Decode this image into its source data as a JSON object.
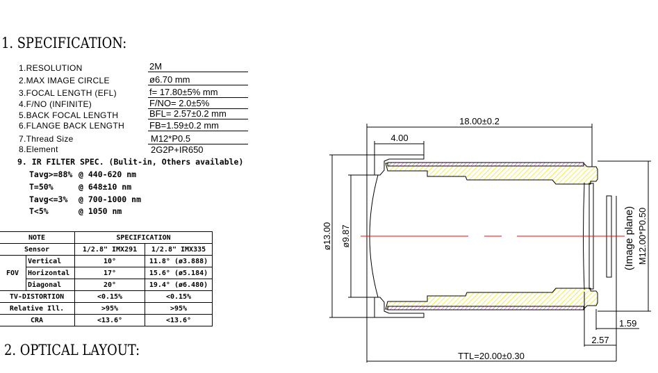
{
  "spec_title": "1. SPECIFICATION:",
  "specs": [
    {
      "label": "1.RESOLUTION",
      "value": "2M"
    },
    {
      "label": "2.MAX IMAGE CIRCLE",
      "value": "ø6.70  mm"
    },
    {
      "label": "3.FOCAL LENGTH (EFL)",
      "value": "f= 17.80±5% mm"
    },
    {
      "label": "4.F/NO (INFINITE)",
      "value": "F/NO= 2.0±5%"
    },
    {
      "label": "5.BACK FOCAL LENGTH",
      "value": "BFL= 2.57±0.2 mm"
    },
    {
      "label": "6.FLANGE BACK LENGTH",
      "value": "FB=1.59±0.2 mm"
    },
    {
      "label": "7.Thread Size",
      "value": "M12*P0.5"
    },
    {
      "label": "8.Element",
      "value": "2G2P+IR650"
    }
  ],
  "ir_title": "9. IR FILTER SPEC. (Bulit-in, Others available)",
  "ir": [
    {
      "cond": "Tavg>=88%",
      "at": "@ 440-620 nm"
    },
    {
      "cond": "T=50%",
      "at": "@ 648±10 nm"
    },
    {
      "cond": "Tavg<=3%",
      "at": "@ 700-1000 nm"
    },
    {
      "cond": "T<5%",
      "at": "@ 1050 nm"
    }
  ],
  "table": {
    "note": "NOTE",
    "spec": "SPECIFICATION",
    "sensor": "Sensor",
    "s1": "1/2.8\" IMX291",
    "s2": "1/2.8\" IMX335",
    "fov": "FOV",
    "rows": [
      {
        "k": "Vertical",
        "a": "10°",
        "b": "11.8° (ø3.888)"
      },
      {
        "k": "Horizontal",
        "a": "17°",
        "b": "15.6° (ø5.184)"
      },
      {
        "k": "Diagonal",
        "a": "20°",
        "b": "19.4° (ø6.480)"
      }
    ],
    "tv": "TV-DISTORTION",
    "tv_a": "<0.15%",
    "tv_b": "<0.15%",
    "ri": "Relative Ill.",
    "ri_a": ">95%",
    "ri_b": ">95%",
    "cra": "CRA",
    "cra_a": "<13.6°",
    "cra_b": "<13.6°"
  },
  "layout_title": "2. OPTICAL LAYOUT:",
  "drawing": {
    "length": "18.00±0.2",
    "front": "4.00",
    "d_outer": "ø13.00",
    "d_inner": "ø9.87",
    "image_plane": "(Image plane)",
    "thread": "M12.00*P0.50",
    "fb": "1.59",
    "bfl": "2.57",
    "ttl": "TTL=20.00±0.30",
    "colors": {
      "hatch": "#e6e600",
      "hatch2": "#cc33cc",
      "axis": "#ff0000"
    }
  }
}
